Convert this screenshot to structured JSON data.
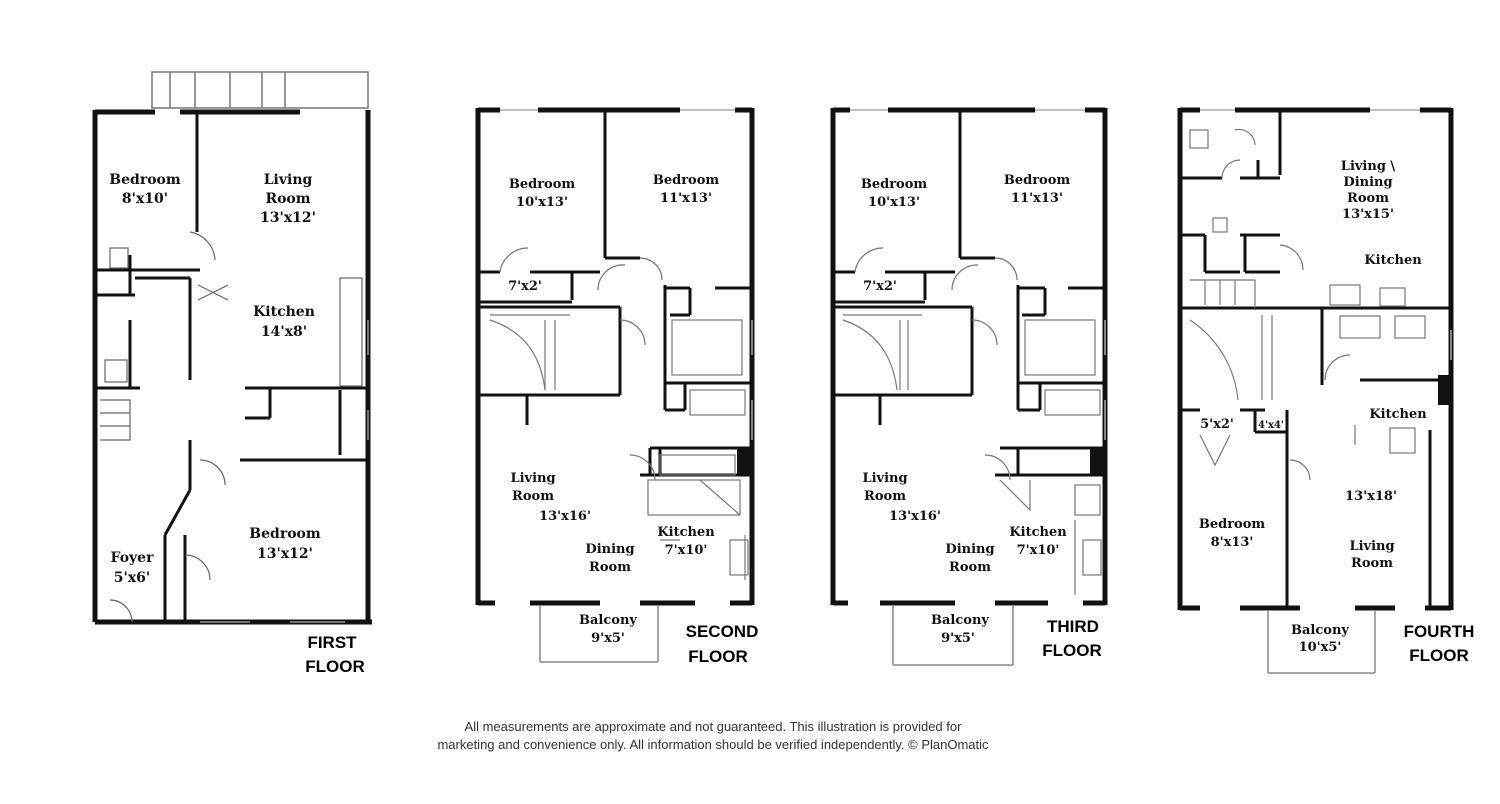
{
  "floors": [
    {
      "label_line1": "FIRST",
      "label_line2": "FLOOR",
      "rooms": [
        {
          "name": "Bedroom",
          "size": "8'x10'"
        },
        {
          "name": "Living",
          "name2": "Room",
          "size": "13'x12'"
        },
        {
          "name": "Kitchen",
          "size": "14'x8'"
        },
        {
          "name": "Bedroom",
          "size": "13'x12'"
        },
        {
          "name": "Foyer",
          "size": "5'x6'"
        }
      ]
    },
    {
      "label_line1": "SECOND",
      "label_line2": "FLOOR",
      "rooms": [
        {
          "name": "Bedroom",
          "size": "10'x13'"
        },
        {
          "name": "Bedroom",
          "size": "11'x13'"
        },
        {
          "size": "7'x2'"
        },
        {
          "name": "Living",
          "name2": "Room",
          "size": "13'x16'"
        },
        {
          "name": "Dining",
          "name2": "Room"
        },
        {
          "name": "Kitchen",
          "size": "7'x10'"
        },
        {
          "name": "Balcony",
          "size": "9'x5'"
        }
      ]
    },
    {
      "label_line1": "THIRD",
      "label_line2": "FLOOR",
      "rooms": [
        {
          "name": "Bedroom",
          "size": "10'x13'"
        },
        {
          "name": "Bedroom",
          "size": "11'x13'"
        },
        {
          "size": "7'x2'"
        },
        {
          "name": "Living",
          "name2": "Room",
          "size": "13'x16'"
        },
        {
          "name": "Dining",
          "name2": "Room"
        },
        {
          "name": "Kitchen",
          "size": "7'x10'"
        },
        {
          "name": "Balcony",
          "size": "9'x5'"
        }
      ]
    },
    {
      "label_line1": "FOURTH",
      "label_line2": "FLOOR",
      "rooms": [
        {
          "name": "Living \\",
          "name2": "Dining",
          "name3": "Room",
          "size": "13'x15'"
        },
        {
          "name": "Kitchen"
        },
        {
          "name": "Kitchen"
        },
        {
          "size": "5'x2'"
        },
        {
          "size": "4'x4'"
        },
        {
          "size": "13'x18'",
          "name": "Living",
          "name2": "Room"
        },
        {
          "name": "Bedroom",
          "size": "8'x13'"
        },
        {
          "name": "Balcony",
          "size": "10'x5'"
        }
      ]
    }
  ],
  "disclaimer": {
    "line1": "All measurements are approximate and not guaranteed. This illustration is provided for",
    "line2": "marketing and convenience only. All information should be verified independently. © PlanOmatic"
  }
}
